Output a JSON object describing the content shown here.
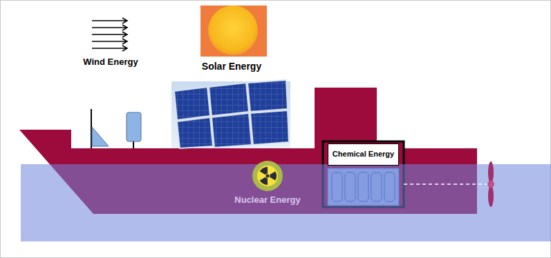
{
  "diagram": {
    "nodes": [
      {
        "text": [
          "Chemical Energy"
        ]
      }
    ],
    "labels": [
      "Wind Energy",
      "Solar Energy",
      "Nuclear Energy"
    ]
  }
}
